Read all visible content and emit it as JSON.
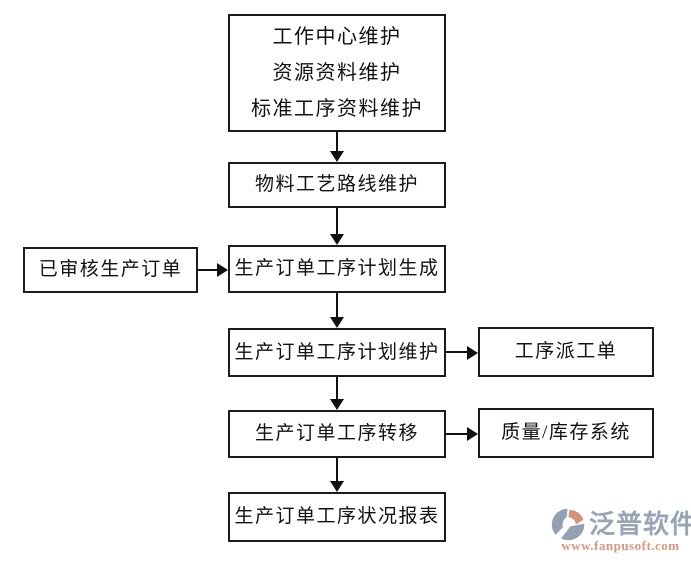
{
  "diagram": {
    "title_implicit": "production-order process flow",
    "boxes": {
      "setup": {
        "lines": [
          "工作中心维护",
          "资源资料维护",
          "标准工序资料维护"
        ]
      },
      "routing": {
        "label": "物料工艺路线维护"
      },
      "plan_generate": {
        "label": "生产订单工序计划生成"
      },
      "plan_maintain": {
        "label": "生产订单工序计划维护"
      },
      "transfer": {
        "label": "生产订单工序转移"
      },
      "status_report": {
        "label": "生产订单工序状况报表"
      },
      "approved_order": {
        "label": "已审核生产订单"
      },
      "dispatch": {
        "label": "工序派工单"
      },
      "quality_inventory": {
        "label": "质量/库存系统"
      }
    },
    "colors": {
      "box_border": "#1c1c1c",
      "line": "#111111",
      "background": "#ffffff",
      "text": "#111111"
    }
  },
  "watermark": {
    "brand": "泛普软件",
    "url": "www.fanpusoft.com",
    "brand_color": "#97a5b7",
    "url_color": "#d9967a",
    "icon_blue": "#93a1b3",
    "icon_salmon": "#d4917c"
  }
}
